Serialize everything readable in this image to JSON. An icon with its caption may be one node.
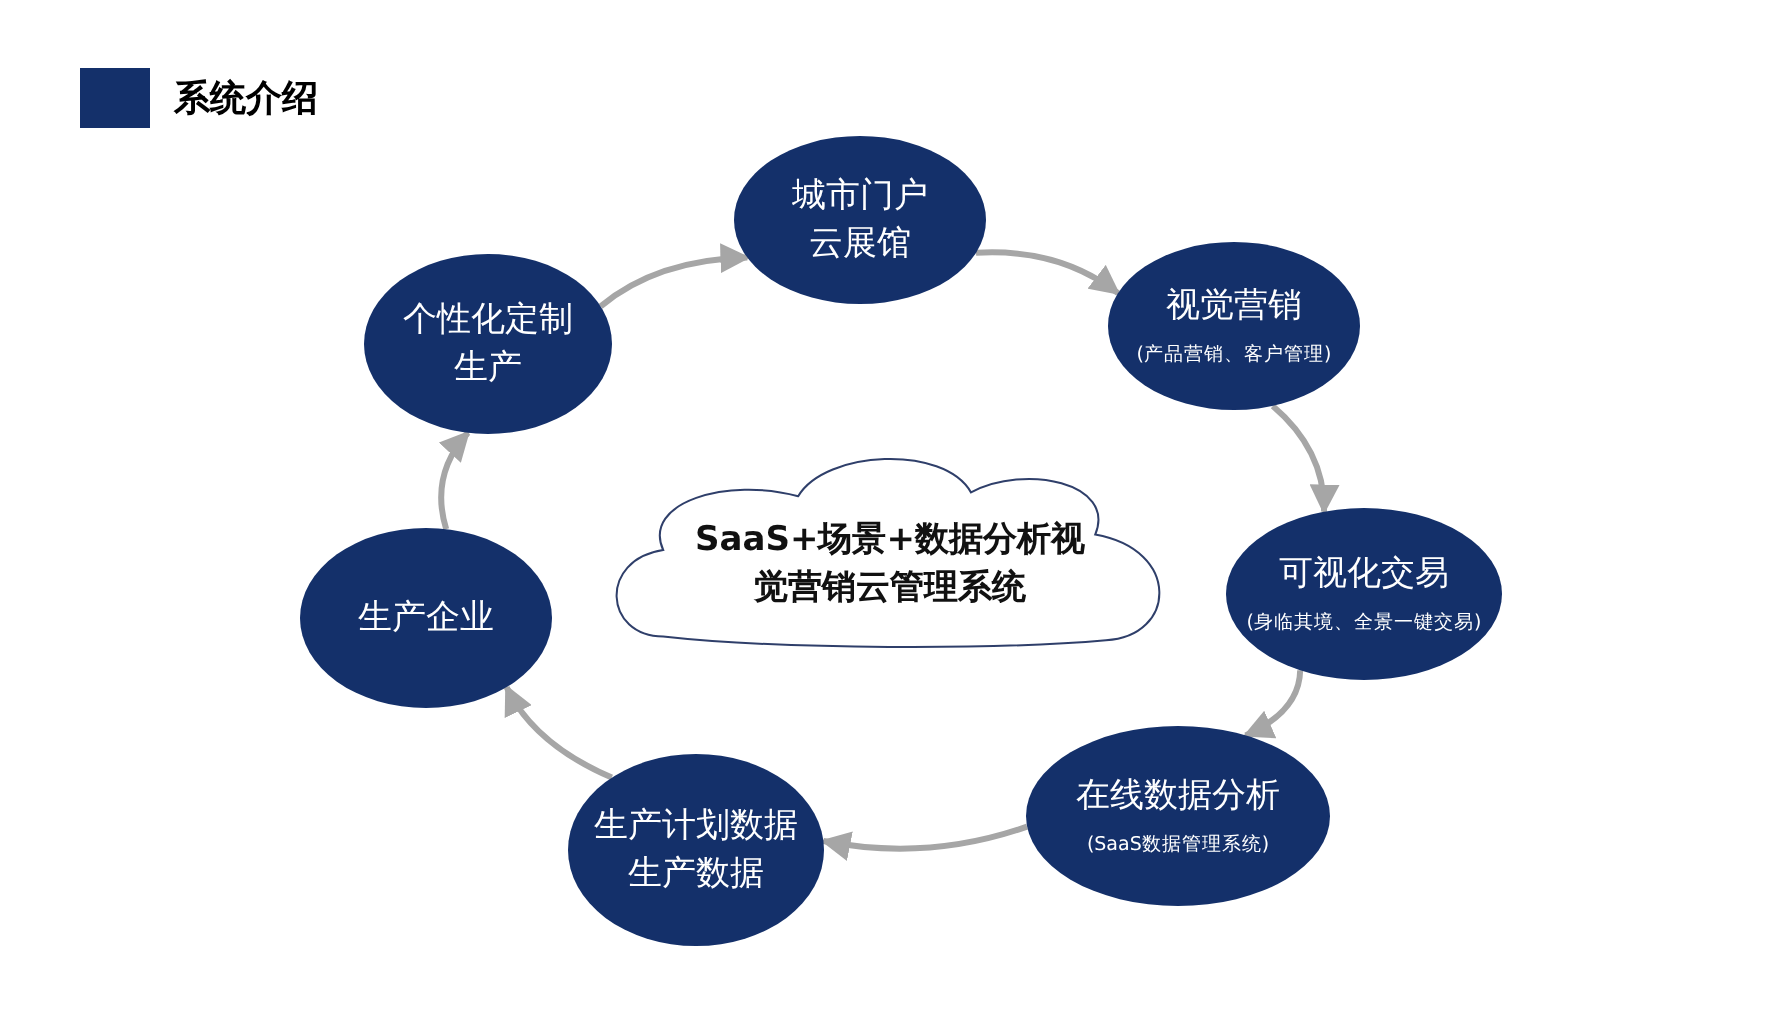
{
  "diagram": {
    "title": "系统介绍",
    "nodes": [
      {
        "text": [
          "城市门户云展馆"
        ]
      },
      {
        "text": [
          "视觉营销",
          "(产品营销、客户管理)"
        ]
      },
      {
        "text": [
          "可视化交易",
          "(身临其境、全景一键交易)"
        ]
      },
      {
        "text": [
          "在线数据分析",
          "(SaaS数据管理系统)"
        ]
      },
      {
        "text": [
          "生产计划数据生产数据"
        ]
      },
      {
        "text": [
          "生产企业"
        ]
      },
      {
        "text": [
          "个性化定制生产"
        ]
      },
      {
        "text": [
          "SaaS+场景+数据分析视觉营销云管理系统"
        ]
      }
    ],
    "edges": [
      {
        "from": 6,
        "to": 0,
        "arrow": "to"
      },
      {
        "from": 0,
        "to": 1,
        "arrow": "to"
      },
      {
        "from": 1,
        "to": 2,
        "arrow": "to"
      },
      {
        "from": 2,
        "to": 3,
        "arrow": "to"
      },
      {
        "from": 3,
        "to": 4,
        "arrow": "to"
      },
      {
        "from": 4,
        "to": 5,
        "arrow": "to"
      },
      {
        "from": 5,
        "to": 6,
        "arrow": "to"
      }
    ]
  }
}
